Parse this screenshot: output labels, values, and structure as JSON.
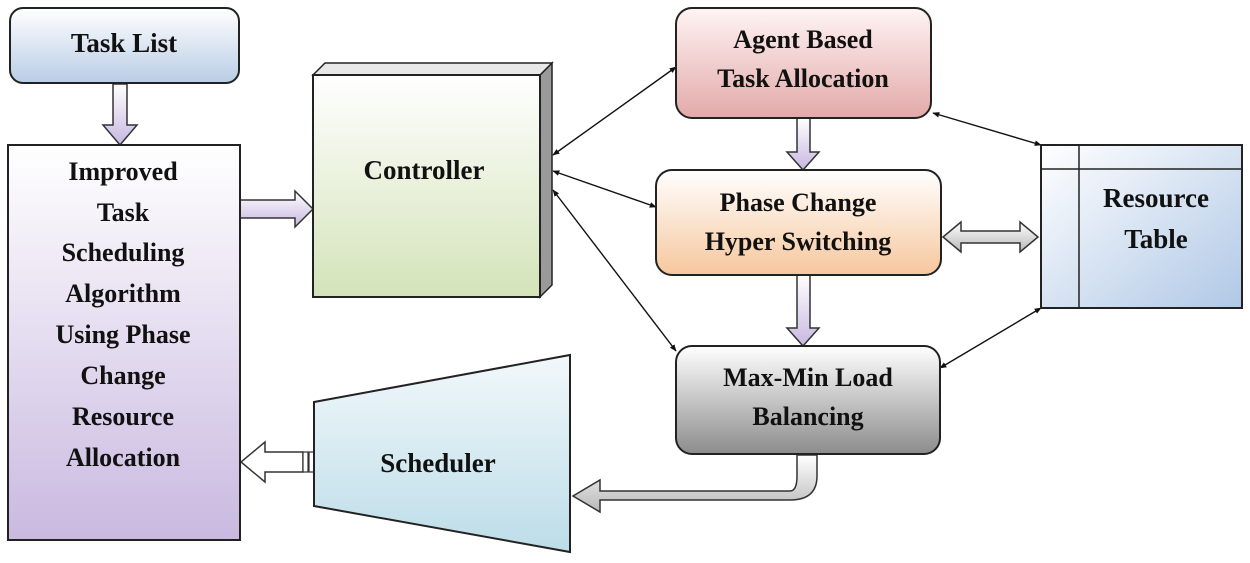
{
  "nodes": {
    "task_list": {
      "label": "Task List"
    },
    "improved": {
      "lines": [
        "Improved",
        "Task",
        "Scheduling",
        "Algorithm",
        "Using Phase",
        "Change",
        "Resource",
        "Allocation"
      ]
    },
    "controller": {
      "label": "Controller"
    },
    "agent": {
      "lines": [
        "Agent Based",
        "Task Allocation"
      ]
    },
    "phase": {
      "lines": [
        "Phase Change",
        "Hyper Switching"
      ]
    },
    "maxmin": {
      "lines": [
        "Max-Min Load",
        "Balancing"
      ]
    },
    "resource_table": {
      "lines": [
        "Resource",
        "Table"
      ]
    },
    "scheduler": {
      "label": "Scheduler"
    }
  }
}
